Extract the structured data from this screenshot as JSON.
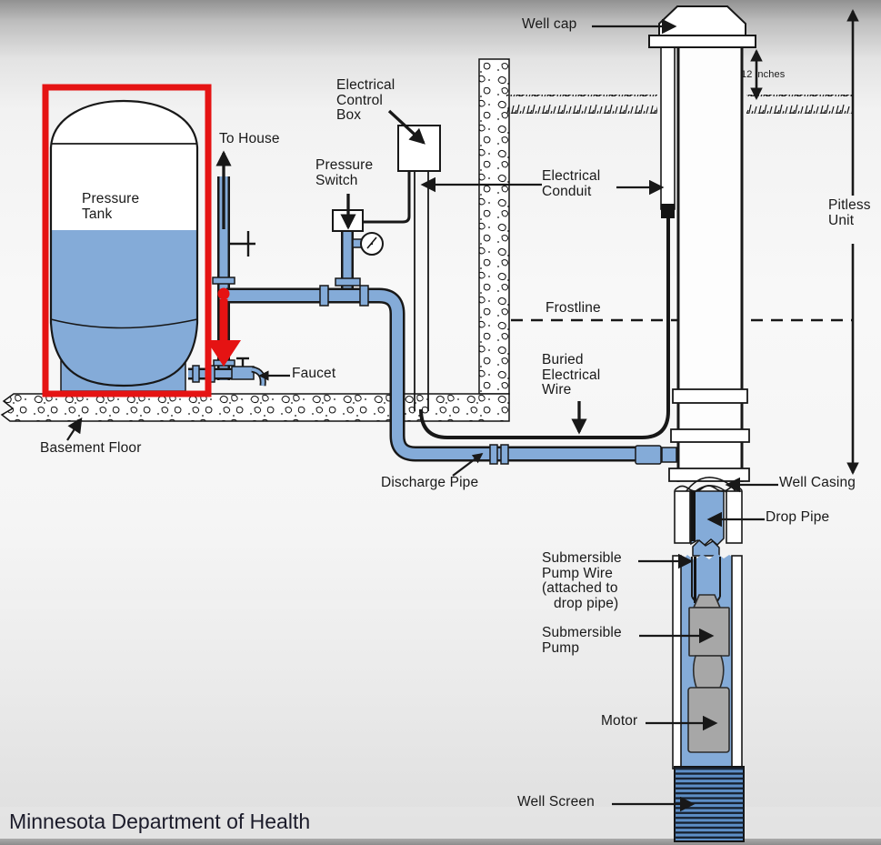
{
  "footer": {
    "text": "Minnesota Department of Health"
  },
  "colors": {
    "highlight_red": "#e51313",
    "pipe_blue": "#84abd8",
    "screen_blue": "#5d8ec6",
    "pump_gray": "#a7a7a7",
    "line": "#181818",
    "footer_text": "#1b1b2a"
  },
  "labels": {
    "well_cap": "Well cap",
    "twelve_inches": "12 inches",
    "pitless_unit": [
      "Pitless",
      "Unit"
    ],
    "electrical_control_box": [
      "Electrical",
      "Control",
      "Box"
    ],
    "pressure_switch": [
      "Pressure",
      "Switch"
    ],
    "to_house": "To House",
    "pressure_tank": [
      "Pressure",
      "Tank"
    ],
    "electrical_conduit": [
      "Electrical",
      "Conduit"
    ],
    "frostline": "Frostline",
    "buried_electrical_wire": [
      "Buried",
      "Electrical",
      "Wire"
    ],
    "faucet": "Faucet",
    "basement_floor": "Basement Floor",
    "discharge_pipe": "Discharge Pipe",
    "well_casing": "Well Casing",
    "drop_pipe": "Drop Pipe",
    "submersible_pump_wire": [
      "Submersible",
      "Pump Wire",
      "(attached to",
      "drop pipe)"
    ],
    "submersible_pump": [
      "Submersible",
      "Pump"
    ],
    "motor": "Motor",
    "well_screen": "Well Screen"
  }
}
